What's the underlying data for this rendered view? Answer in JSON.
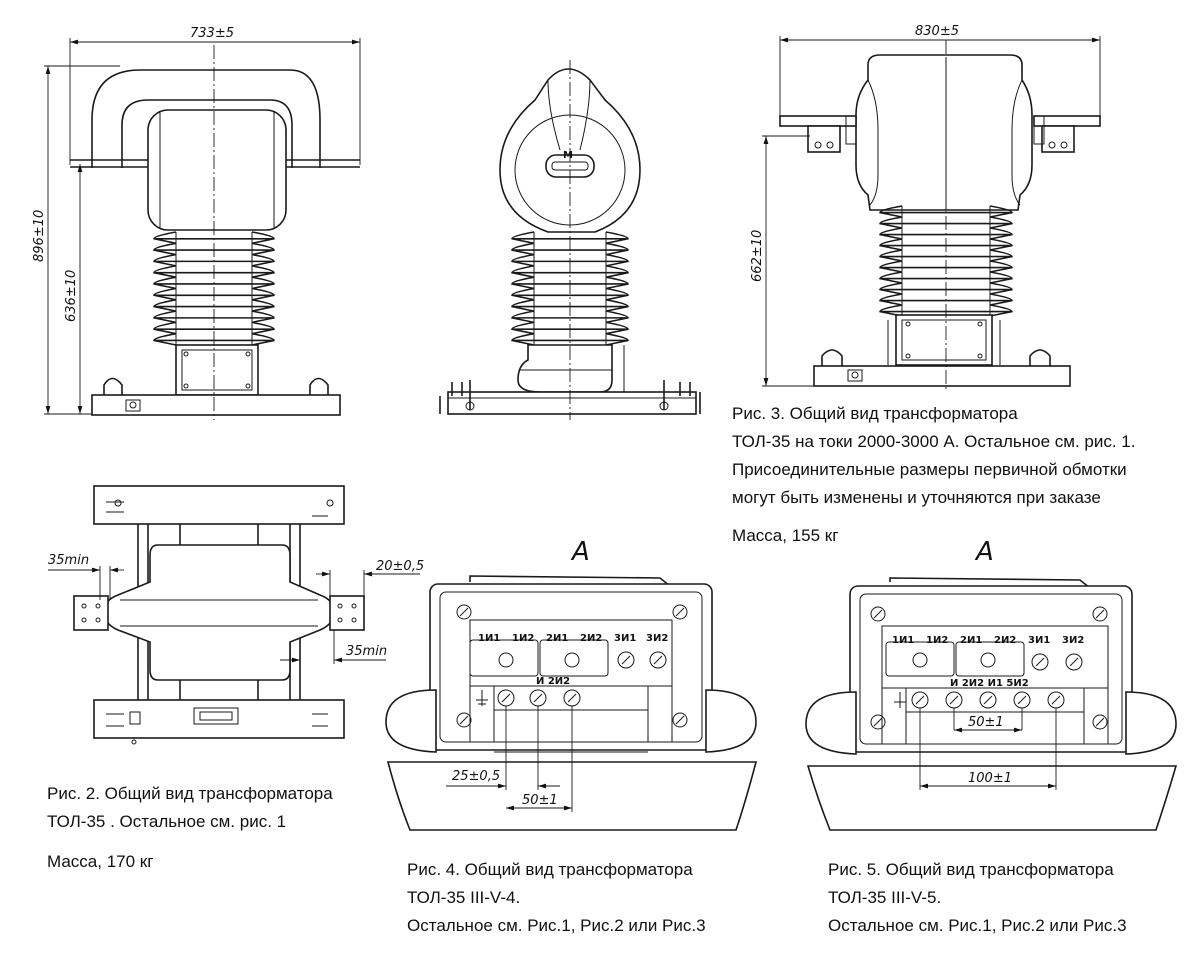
{
  "figure1": {
    "dim_width": "733±5",
    "dim_height_total": "896±10",
    "dim_height_axis": "636±10"
  },
  "figure3": {
    "dim_width": "830±5",
    "dim_height": "662±10"
  },
  "figure2": {
    "dim_gap_left": "35min",
    "dim_gap_right_top": "20±0,5",
    "dim_gap_right_bottom": "35min"
  },
  "view_label": "А",
  "terminal_labels": {
    "t1": "1И1",
    "t2": "1И2",
    "t3": "2И1",
    "t4": "2И2",
    "t5": "3И1",
    "t6": "3И2",
    "partial_fig4": "И  2И2",
    "partial_fig5": "И  2И2   И1   5И2"
  },
  "figure4": {
    "dim_1": "25±0,5",
    "dim_2": "50±1"
  },
  "figure5": {
    "dim_1": "50±1",
    "dim_2": "100±1"
  },
  "captions": {
    "fig3": [
      "Рис. 3. Общий вид трансформатора",
      "ТОЛ-35 на токи 2000-3000 А. Остальное см. рис. 1.",
      "Присоединительные размеры первичной обмотки",
      "могут быть изменены и уточняются при заказе"
    ],
    "fig3_mass": "Масса, 155 кг",
    "fig2": [
      "Рис. 2. Общий вид трансформатора",
      "ТОЛ-35 . Остальное см. рис. 1"
    ],
    "fig2_mass": "Масса, 170 кг",
    "fig4": [
      "Рис. 4. Общий вид трансформатора",
      "ТОЛ-35 III-V-4.",
      "Остальное см. Рис.1, Рис.2 или Рис.3"
    ],
    "fig5": [
      "Рис. 5. Общий вид трансформатора",
      "ТОЛ-35 III-V-5.",
      "Остальное см. Рис.1, Рис.2 или Рис.3"
    ]
  }
}
